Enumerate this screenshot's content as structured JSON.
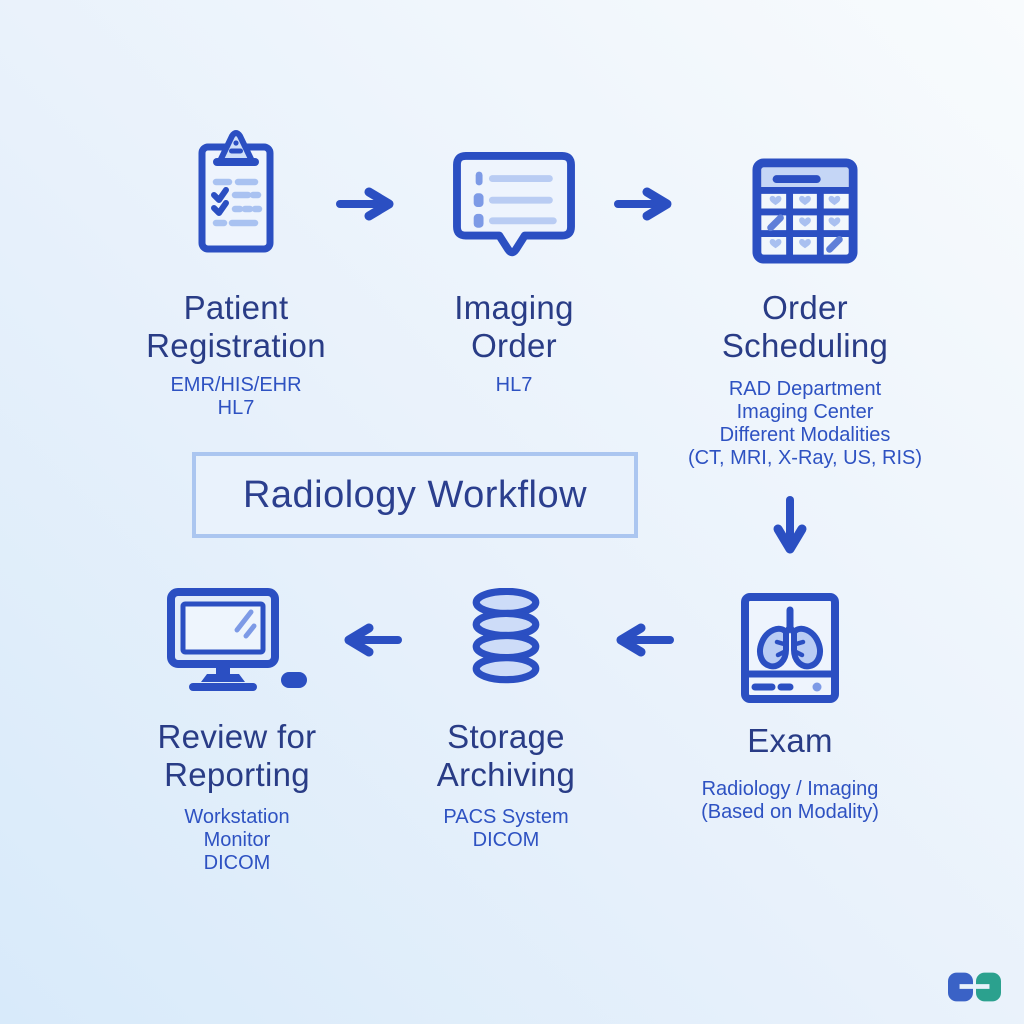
{
  "title_box": {
    "label": "Radiology Workflow"
  },
  "steps": [
    {
      "id": "patient-registration",
      "icon": "clipboard-checklist-icon",
      "label_lines": [
        "Patient",
        "Registration"
      ],
      "sub_lines": [
        "EMR/HIS/EHR",
        "HL7"
      ]
    },
    {
      "id": "imaging-order",
      "icon": "order-list-bubble-icon",
      "label_lines": [
        "Imaging",
        "Order"
      ],
      "sub_lines": [
        "HL7"
      ]
    },
    {
      "id": "order-scheduling",
      "icon": "schedule-calendar-icon",
      "label_lines": [
        "Order",
        "Scheduling"
      ],
      "sub_lines": [
        "RAD Department",
        "Imaging Center",
        "Different Modalities",
        "(CT, MRI, X-Ray, US, RIS)"
      ]
    },
    {
      "id": "exam",
      "icon": "xray-lungs-monitor-icon",
      "label_lines": [
        "Exam"
      ],
      "sub_lines": [
        "Radiology / Imaging",
        "(Based on Modality)"
      ]
    },
    {
      "id": "storage-archiving",
      "icon": "database-stack-icon",
      "label_lines": [
        "Storage",
        "Archiving"
      ],
      "sub_lines": [
        "PACS System",
        "DICOM"
      ]
    },
    {
      "id": "review-for-reporting",
      "icon": "workstation-monitor-icon",
      "label_lines": [
        "Review for",
        "Reporting"
      ],
      "sub_lines": [
        "Workstation",
        "Monitor",
        "DICOM"
      ]
    }
  ],
  "flow": {
    "arrows": [
      {
        "id": "arrow-registration-to-order",
        "direction": "right"
      },
      {
        "id": "arrow-order-to-scheduling",
        "direction": "right"
      },
      {
        "id": "arrow-scheduling-to-exam",
        "direction": "down"
      },
      {
        "id": "arrow-exam-to-storage",
        "direction": "left"
      },
      {
        "id": "arrow-storage-to-review",
        "direction": "left"
      }
    ]
  },
  "colors": {
    "icon_stroke": "#2b4fc2",
    "icon_fill_light": "#b9ccf4",
    "icon_fill_pale": "#eef4fd",
    "heading_text": "#293c86",
    "sublabel_text": "#2e52c2",
    "title_box_border": "#abc6f0",
    "logo_blue": "#3a62c6",
    "logo_teal": "#2ba18e"
  },
  "logo": {
    "name": "ea-logo"
  }
}
